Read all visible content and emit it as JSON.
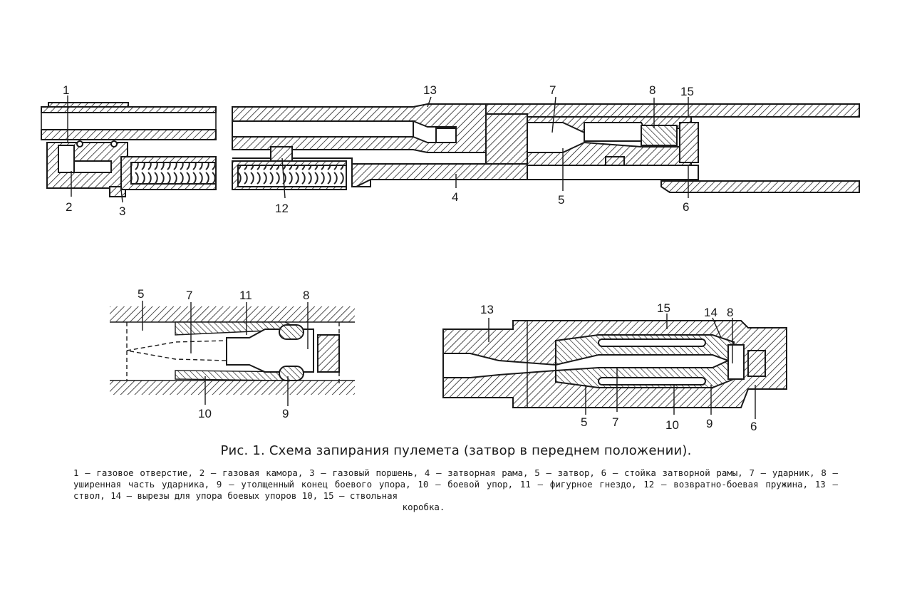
{
  "callouts": {
    "top": {
      "n1": "1",
      "n2": "2",
      "n3": "3",
      "n4": "4",
      "n5": "5",
      "n6": "6",
      "n7": "7",
      "n8": "8",
      "n12": "12",
      "n13": "13",
      "n15": "15"
    },
    "left_detail": {
      "n5": "5",
      "n7": "7",
      "n11": "11",
      "n8": "8",
      "n10": "10",
      "n9": "9"
    },
    "right_detail": {
      "n13": "13",
      "n15": "15",
      "n14": "14",
      "n8": "8",
      "n5": "5",
      "n7": "7",
      "n10": "10",
      "n9": "9",
      "n6": "6"
    }
  },
  "caption": {
    "title": "Рис. 1. Схема запирания пулемета (затвор в переднем положении).",
    "legend_main": "1 — газовое отверстие, 2 — газовая камора, 3 — газовый поршень, 4 — затворная рама, 5 — затвор, 6 — стойка затворной рамы, 7 — ударник, 8 — уширенная часть ударника, 9 — утолщенный конец боевого упора, 10 — боевой упор, 11 — фигурное гнездо, 12 — возвратно-боевая пружина, 13 — ствол, 14 — вырезы для упора боевых упоров 10, 15 — ствольная",
    "legend_last": "коробка."
  }
}
